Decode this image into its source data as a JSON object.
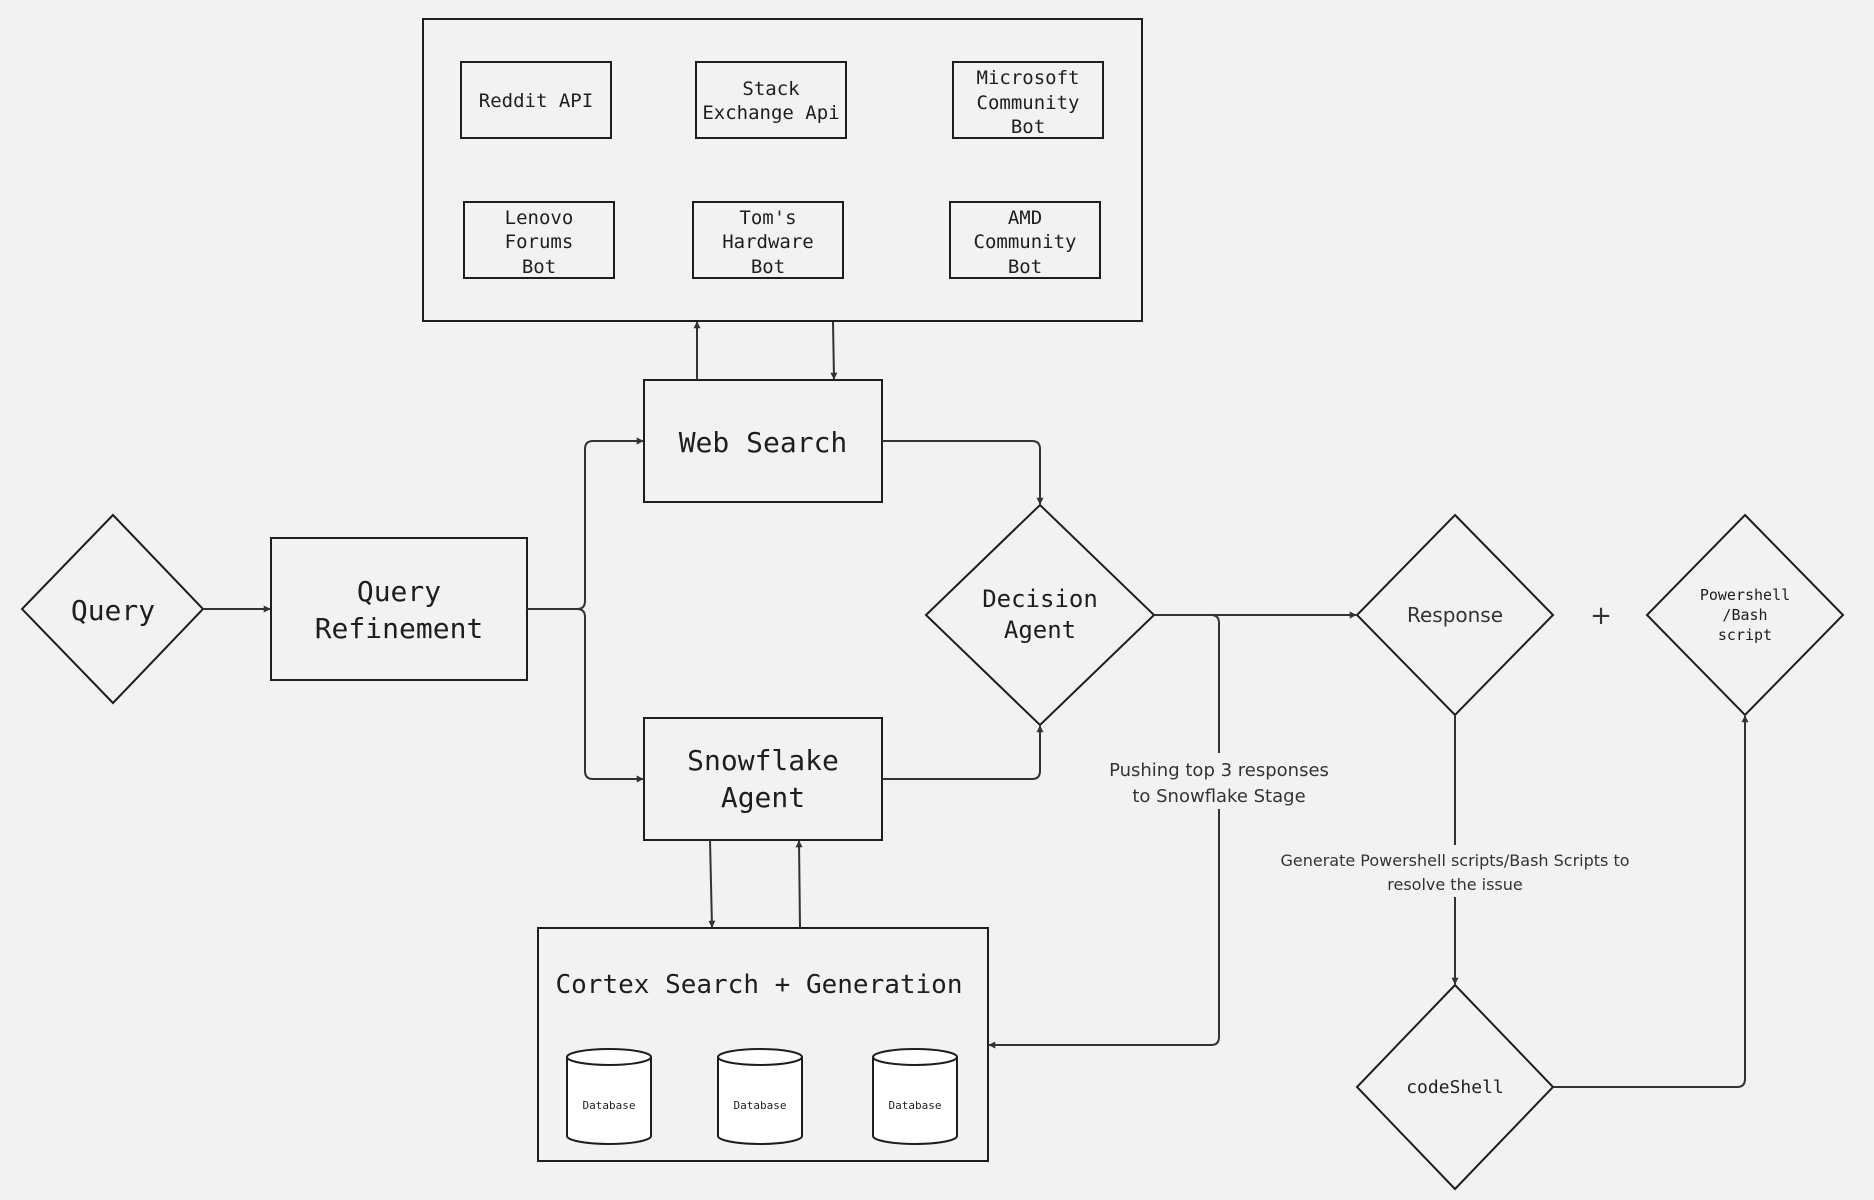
{
  "diagram": {
    "query": "Query",
    "query_refinement": [
      "Query",
      "Refinement"
    ],
    "web_search": "Web Search",
    "snowflake_agent": [
      "Snowflake",
      "Agent"
    ],
    "decision_agent": [
      "Decision",
      "Agent"
    ],
    "response": "Response",
    "plus": "+",
    "script": [
      "Powershell",
      "/Bash",
      "script"
    ],
    "codeshell": "codeShell",
    "cortex": "Cortex Search + Generation",
    "databases": [
      "Database",
      "Database",
      "Database"
    ],
    "sources": {
      "reddit": [
        "Reddit API"
      ],
      "stack": [
        "Stack",
        "Exchange Api"
      ],
      "microsoft": [
        "Microsoft",
        "Community",
        "Bot"
      ],
      "lenovo": [
        "Lenovo",
        "Forums",
        "Bot"
      ],
      "toms": [
        "Tom's",
        "Hardware",
        "Bot"
      ],
      "amd": [
        "AMD",
        "Community",
        "Bot"
      ]
    },
    "edge_labels": {
      "pushing": [
        "Pushing top 3 responses",
        "to Snowflake Stage"
      ],
      "generate": [
        "Generate Powershell scripts/Bash Scripts to",
        "resolve the issue"
      ]
    }
  },
  "colors": {
    "background": "#f2f2f2",
    "stroke": "#1e1e1e",
    "edge": "#333333",
    "database_fill": "#ffffff"
  }
}
